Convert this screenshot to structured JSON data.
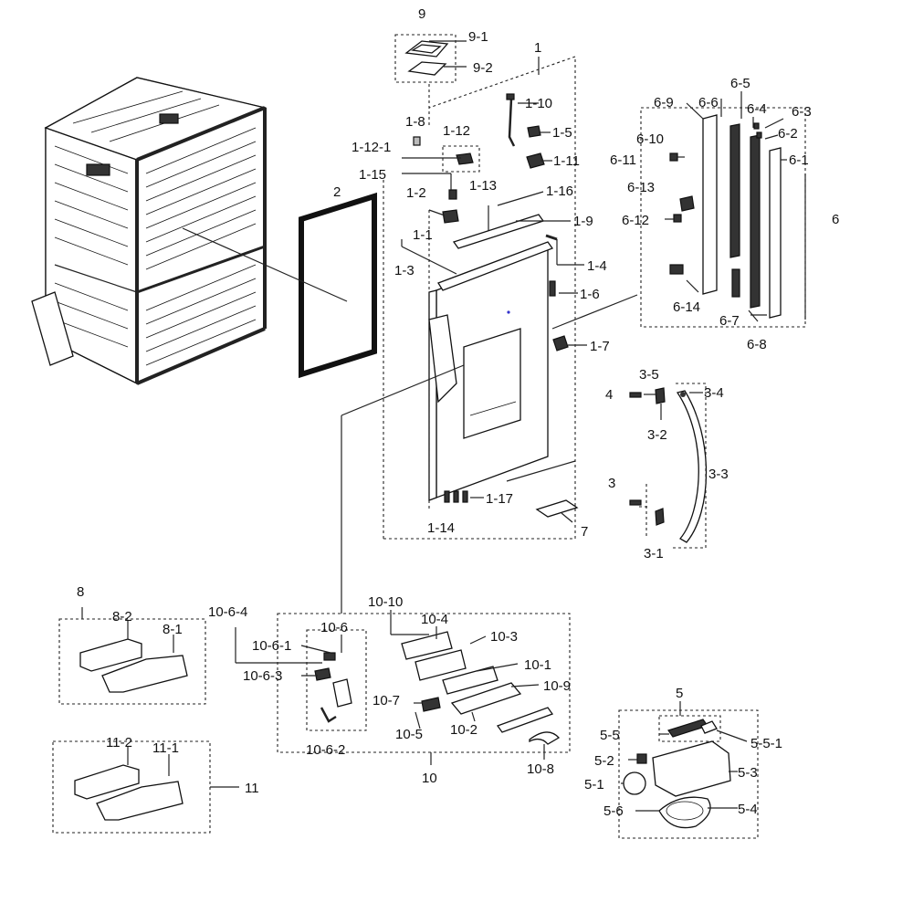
{
  "labels": {
    "l9": "9",
    "l9_1": "9-1",
    "l9_2": "9-2",
    "l1": "1",
    "l1_10": "1-10",
    "l1_8": "1-8",
    "l1_12": "1-12",
    "l1_5": "1-5",
    "l1_12_1": "1-12-1",
    "l1_11": "1-11",
    "l1_15": "1-15",
    "l1_13": "1-13",
    "l1_16": "1-16",
    "l1_2": "1-2",
    "l1_9": "1-9",
    "l1_1": "1-1",
    "l1_3": "1-3",
    "l1_4": "1-4",
    "l1_6": "1-6",
    "l1_7": "1-7",
    "l1_17": "1-17",
    "l1_14": "1-14",
    "l2": "2",
    "l7": "7",
    "l6_5": "6-5",
    "l6_9": "6-9",
    "l6_6": "6-6",
    "l6_4": "6-4",
    "l6_3": "6-3",
    "l6_10": "6-10",
    "l6_2": "6-2",
    "l6_11": "6-11",
    "l6_1": "6-1",
    "l6_13": "6-13",
    "l6": "6",
    "l6_12": "6-12",
    "l6_14": "6-14",
    "l6_7": "6-7",
    "l6_8": "6-8",
    "l3_5": "3-5",
    "l4": "4",
    "l3_4": "3-4",
    "l3_2": "3-2",
    "l3": "3",
    "l3_3": "3-3",
    "l3_1": "3-1",
    "l8": "8",
    "l8_2": "8-2",
    "l8_1": "8-1",
    "l10_6_4": "10-6-4",
    "l10_10": "10-10",
    "l10_4": "10-4",
    "l10_6": "10-6",
    "l10_6_1": "10-6-1",
    "l10_3": "10-3",
    "l10_6_3": "10-6-3",
    "l10_1": "10-1",
    "l10_9": "10-9",
    "l10_7": "10-7",
    "l10_5": "10-5",
    "l10_2": "10-2",
    "l10_6_2": "10-6-2",
    "l10": "10",
    "l10_8": "10-8",
    "l11_2": "11-2",
    "l11_1": "11-1",
    "l11": "11",
    "l5": "5",
    "l5_5": "5-5",
    "l5_5_1": "5-5-1",
    "l5_2": "5-2",
    "l5_3": "5-3",
    "l5_1": "5-1",
    "l5_6": "5-6",
    "l5_4": "5-4"
  },
  "colors": {
    "line": "#222222",
    "part_fill": "#ffffff",
    "shade": "#bbbbbb",
    "dark": "#333333",
    "dot": "#3333cc"
  }
}
